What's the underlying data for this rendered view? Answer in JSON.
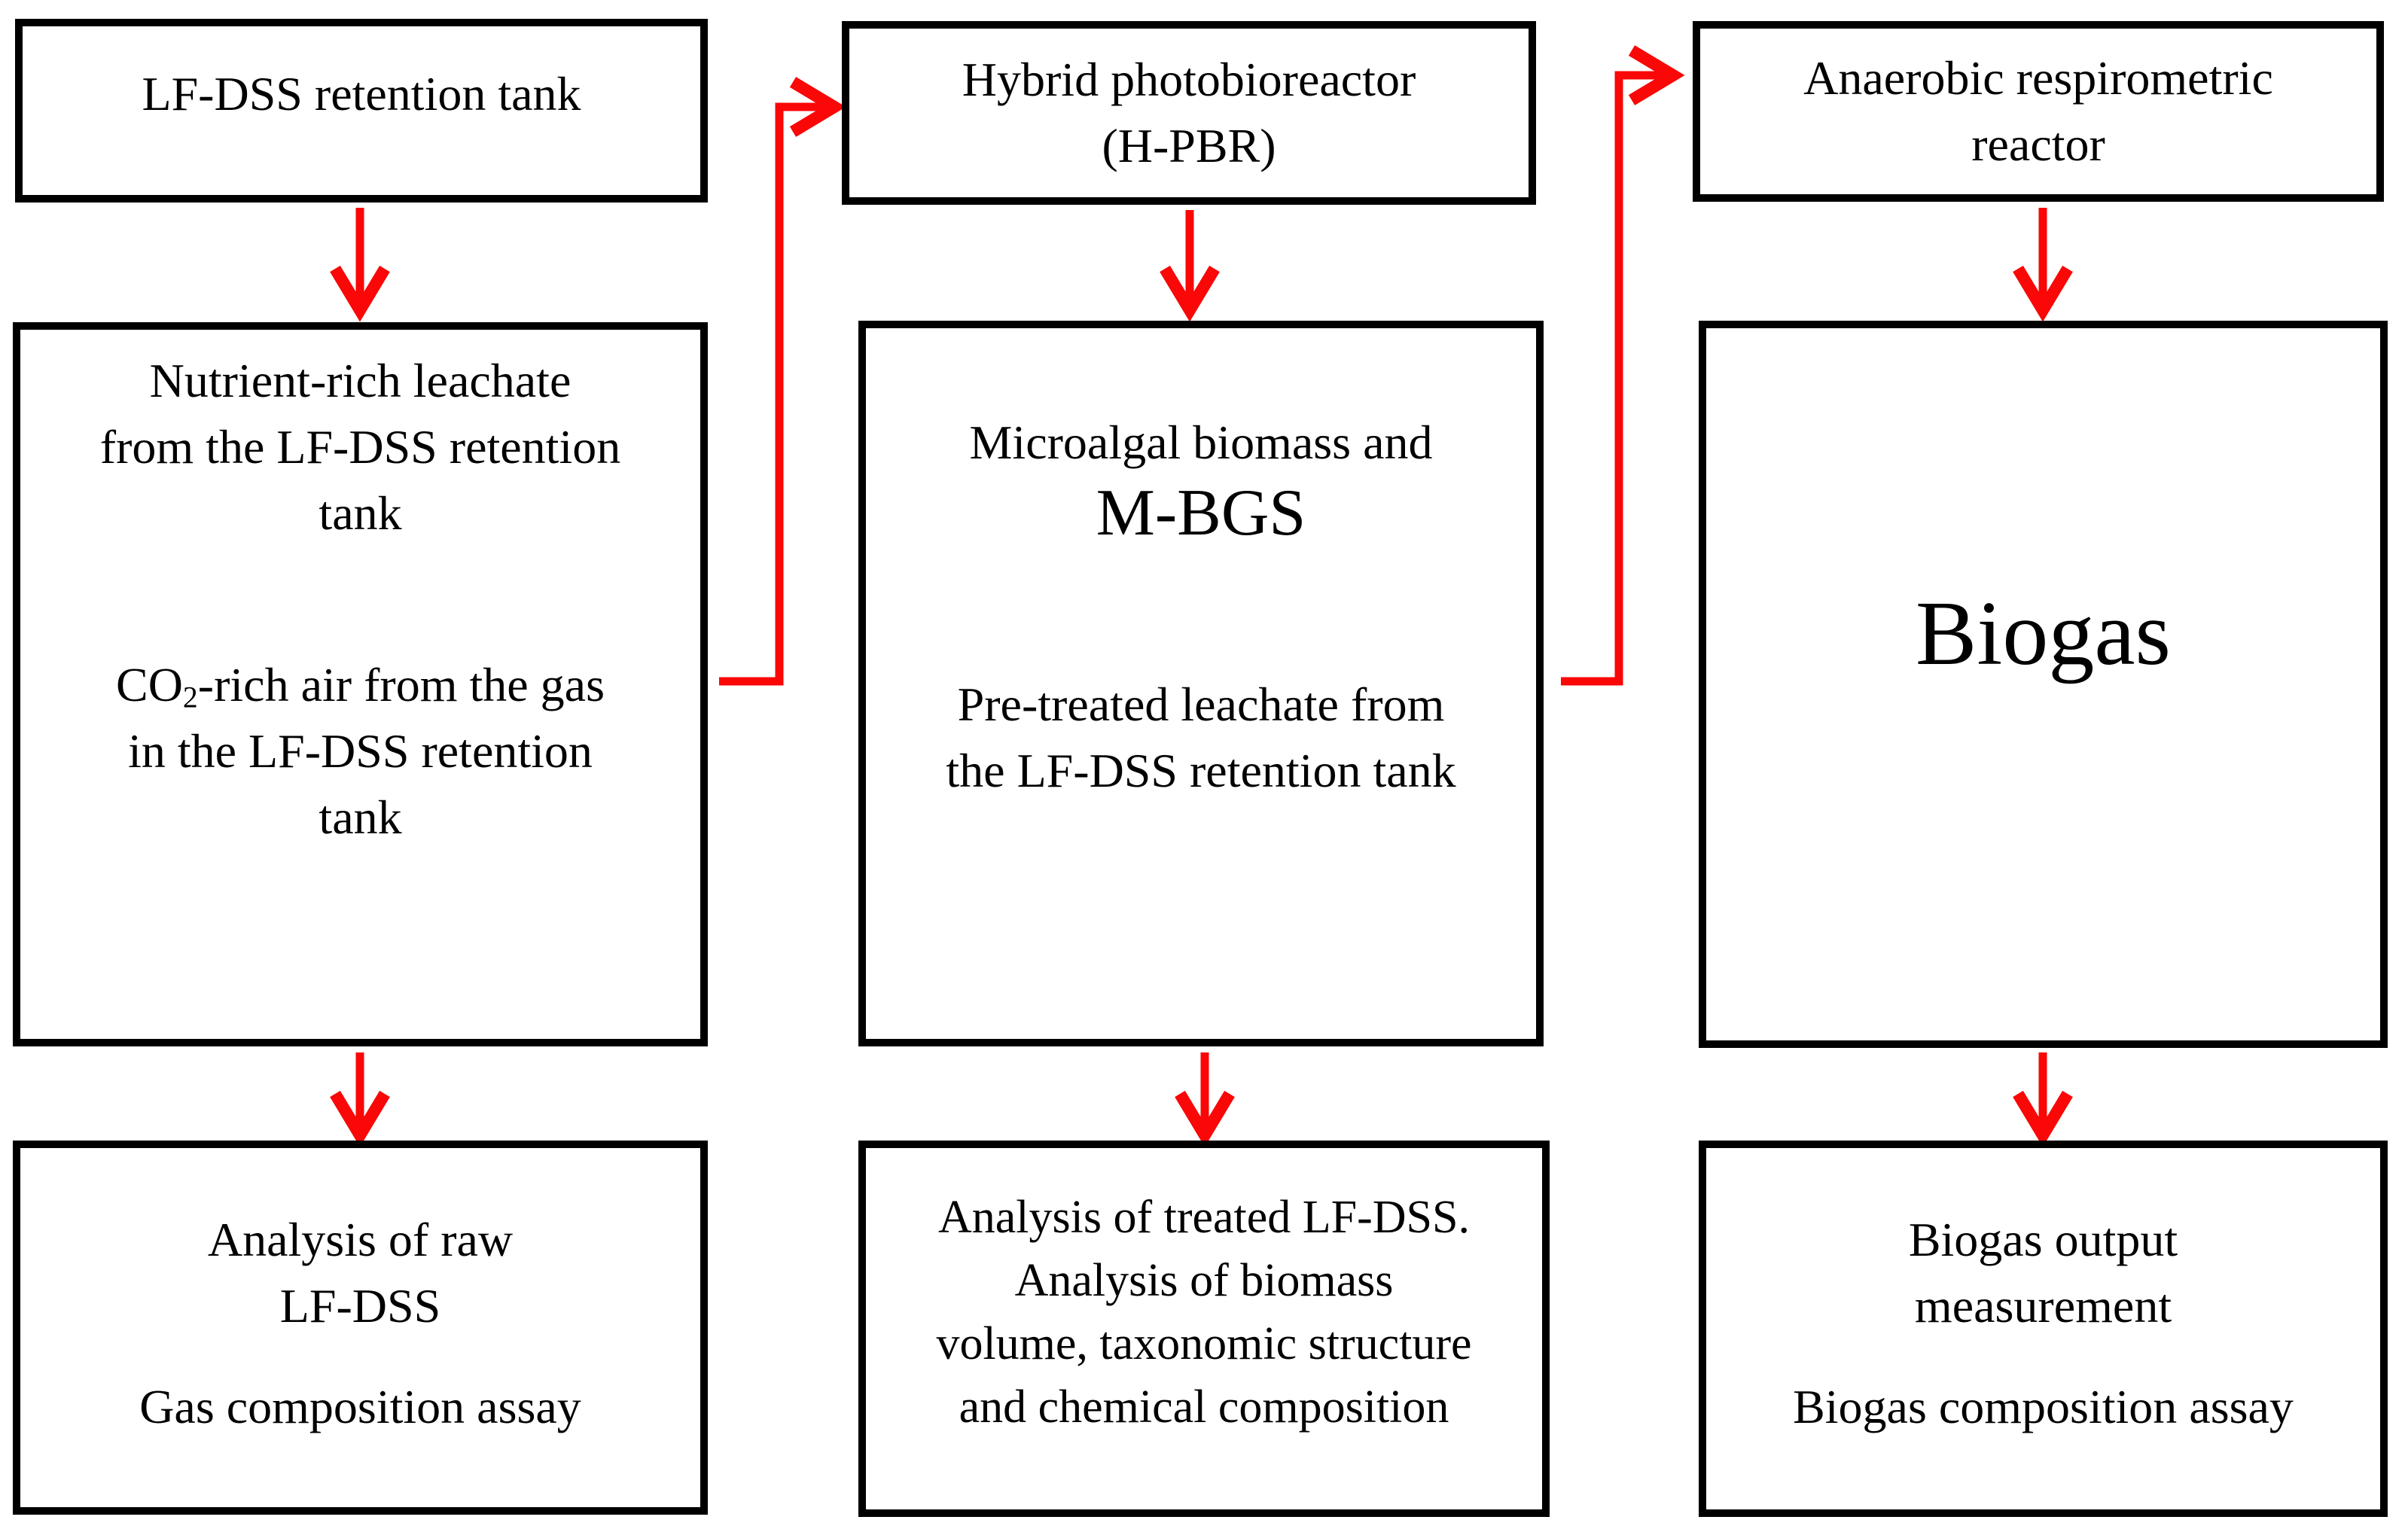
{
  "figure": {
    "type": "flowchart",
    "background": "#ffffff",
    "box_border_color": "#000000",
    "arrow_color": "#fa0707",
    "text_color": "#000000"
  },
  "boxes": {
    "top_left": {
      "lines": [
        "LF-DSS retention tank"
      ]
    },
    "top_middle": {
      "lines": [
        "Hybrid photobioreactor",
        "(H-PBR)"
      ]
    },
    "top_right": {
      "lines": [
        "Anaerobic respirometric",
        "reactor"
      ]
    },
    "middle_left": {
      "para1": [
        "Nutrient-rich leachate",
        "from the LF-DSS retention",
        "tank"
      ],
      "para2_line1_pre": "CO",
      "para2_line1_sub": "2",
      "para2_line1_post": "-rich air from the gas",
      "para2_rest": [
        "in the LF-DSS retention",
        "tank"
      ]
    },
    "middle_middle": {
      "para1": [
        "Microalgal biomass and"
      ],
      "emphasis": "M-BGS",
      "para2": [
        "Pre-treated leachate from",
        "the LF-DSS retention tank"
      ]
    },
    "middle_right": {
      "title": "Biogas"
    },
    "bottom_left": {
      "para1": [
        "Analysis of raw",
        "LF-DSS"
      ],
      "para2": [
        "Gas composition assay"
      ]
    },
    "bottom_middle": {
      "para1": [
        "Analysis of treated LF-DSS.",
        "Analysis of biomass",
        "volume, taxonomic structure",
        "and chemical composition"
      ]
    },
    "bottom_right": {
      "para1": [
        "Biogas output",
        "measurement"
      ],
      "para2": [
        "Biogas composition assay"
      ]
    }
  },
  "flows": [
    {
      "from": "LF-DSS retention tank",
      "to": "Nutrient-rich leachate / CO2-rich air box"
    },
    {
      "from": "Hybrid photobioreactor (H-PBR)",
      "to": "Microalgal biomass and M-BGS box"
    },
    {
      "from": "Anaerobic respirometric reactor",
      "to": "Biogas box"
    },
    {
      "from": "Nutrient-rich leachate / CO2-rich air box",
      "to": "Hybrid photobioreactor (H-PBR)"
    },
    {
      "from": "Microalgal biomass and M-BGS box",
      "to": "Anaerobic respirometric reactor"
    },
    {
      "from": "Nutrient-rich leachate / CO2-rich air box",
      "to": "Analysis of raw LF-DSS box"
    },
    {
      "from": "Microalgal biomass and M-BGS box",
      "to": "Analysis of treated LF-DSS box"
    },
    {
      "from": "Biogas box",
      "to": "Biogas output measurement box"
    }
  ]
}
